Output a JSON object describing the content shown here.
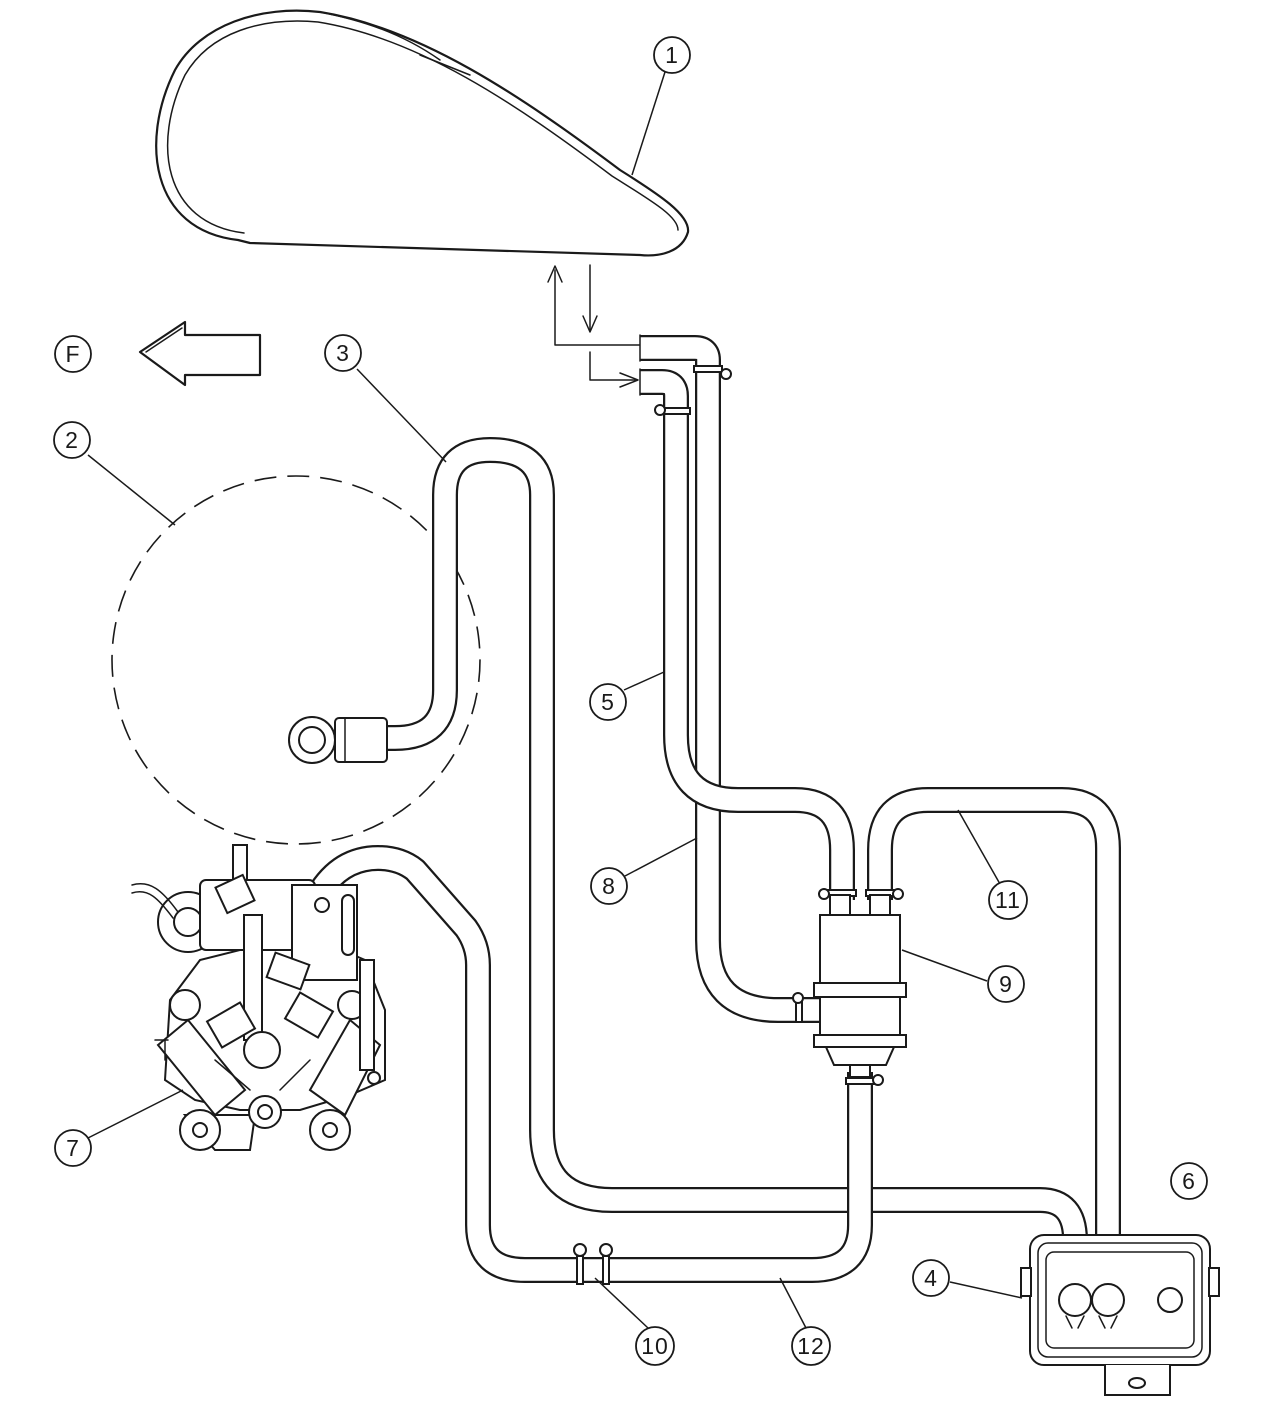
{
  "callouts": {
    "front": "F",
    "c1": "1",
    "c2": "2",
    "c3": "3",
    "c4": "4",
    "c5": "5",
    "c6": "6",
    "c7": "7",
    "c8": "8",
    "c9": "9",
    "c10": "10",
    "c11": "11",
    "c12": "12"
  }
}
